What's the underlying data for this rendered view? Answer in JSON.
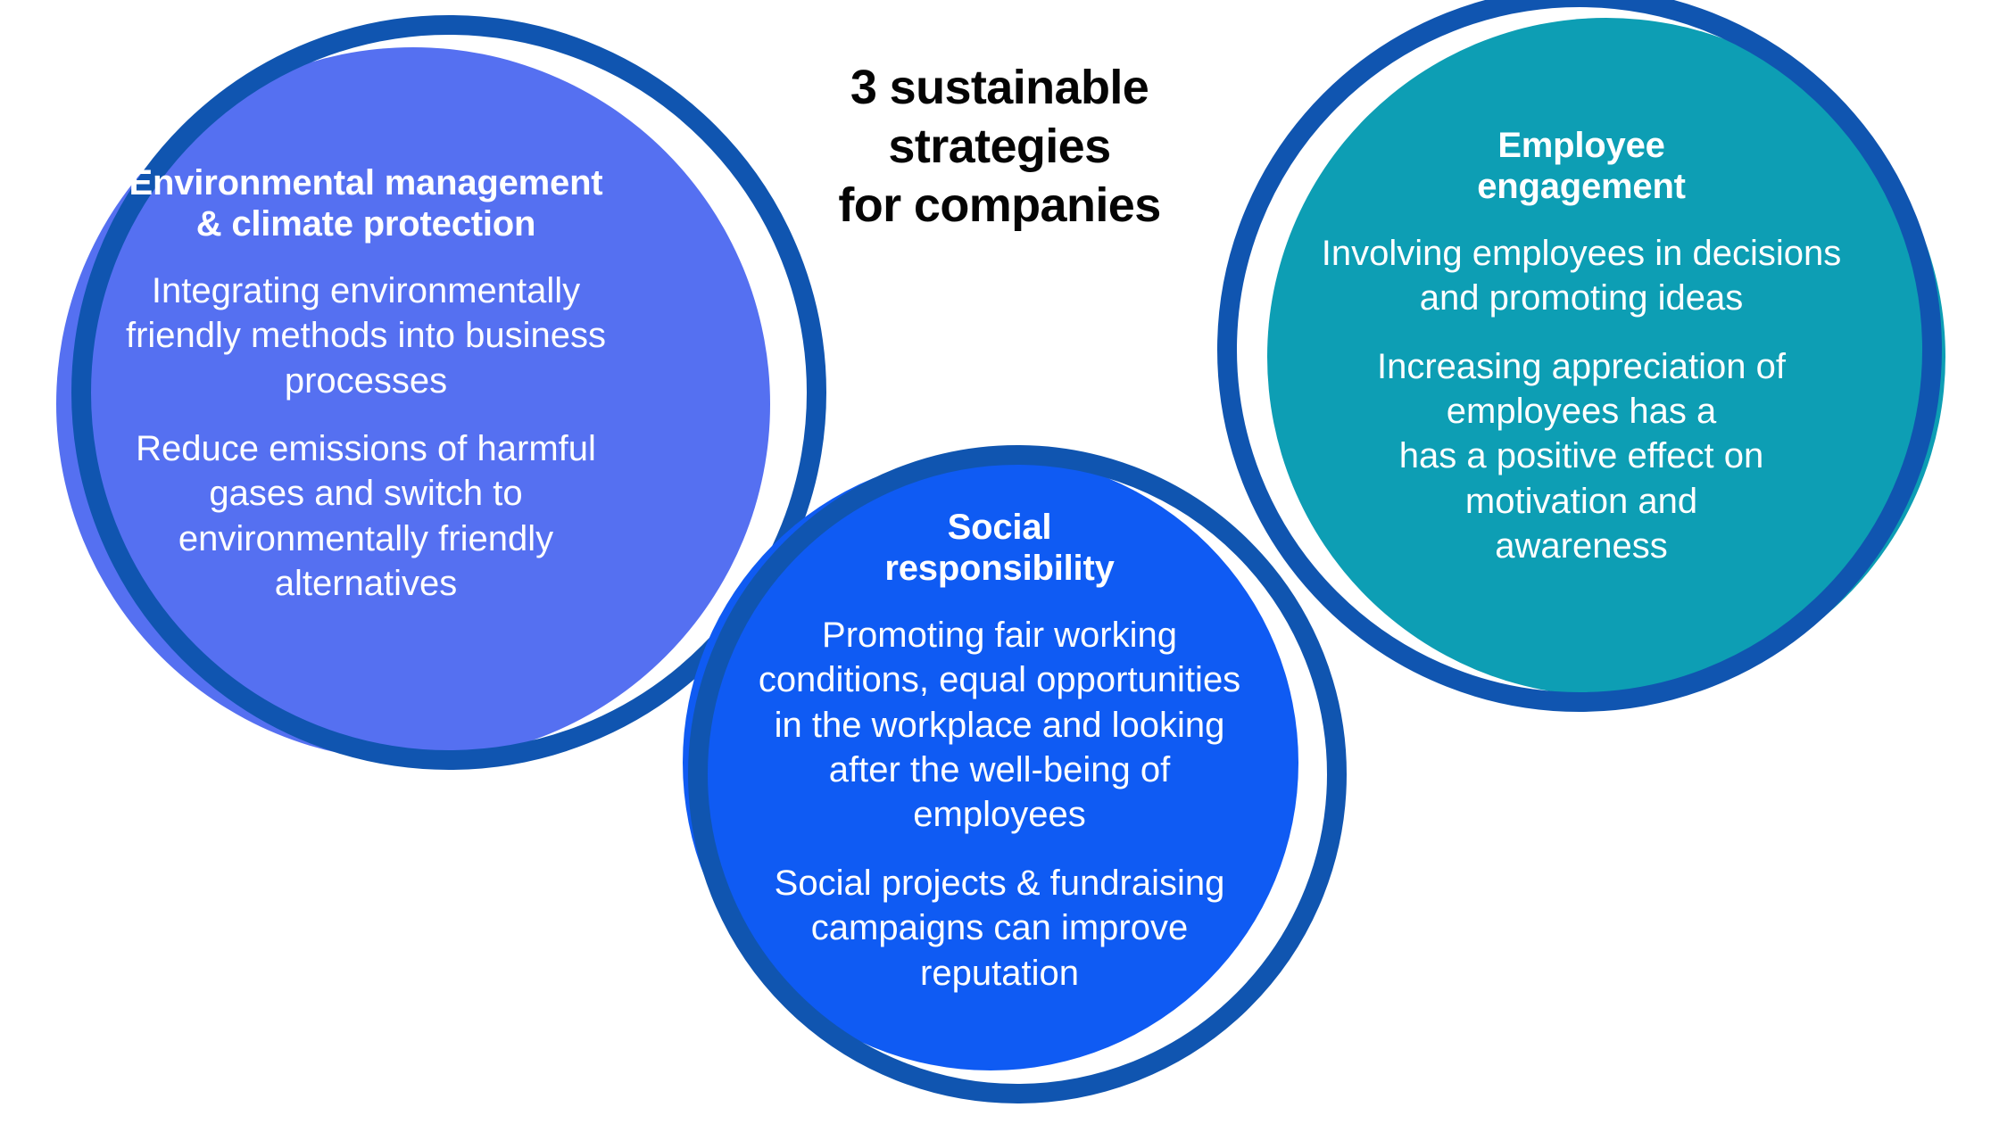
{
  "headline": "3 sustainable\nstrategies\nfor companies",
  "palette": {
    "background": "#ffffff",
    "ring_stroke": "#1055B0",
    "text_light": "#ffffff",
    "headline_color": "#050505",
    "environmental_fill": "#5570F1",
    "social_fill": "#0F5BF3",
    "employee_fill": "#0D9EB4"
  },
  "circles": [
    {
      "id": "environmental",
      "title": "Environmental management\n& climate protection",
      "paragraphs": [
        "Integrating environmentally\nfriendly methods into business\nprocesses",
        "Reduce emissions of harmful\ngases and switch to\nenvironmentally friendly\nalternatives"
      ]
    },
    {
      "id": "social",
      "title": "Social\nresponsibility",
      "paragraphs": [
        "Promoting fair working\nconditions, equal opportunities\nin the workplace and looking\nafter the well-being of\nemployees",
        "Social projects & fundraising\ncampaigns can improve\nreputation"
      ]
    },
    {
      "id": "employee",
      "title": "Employee\nengagement",
      "paragraphs": [
        "Involving employees in decisions\nand promoting ideas",
        "Increasing appreciation of\nemployees has a\nhas a positive effect on\nmotivation and\nawareness"
      ]
    }
  ]
}
